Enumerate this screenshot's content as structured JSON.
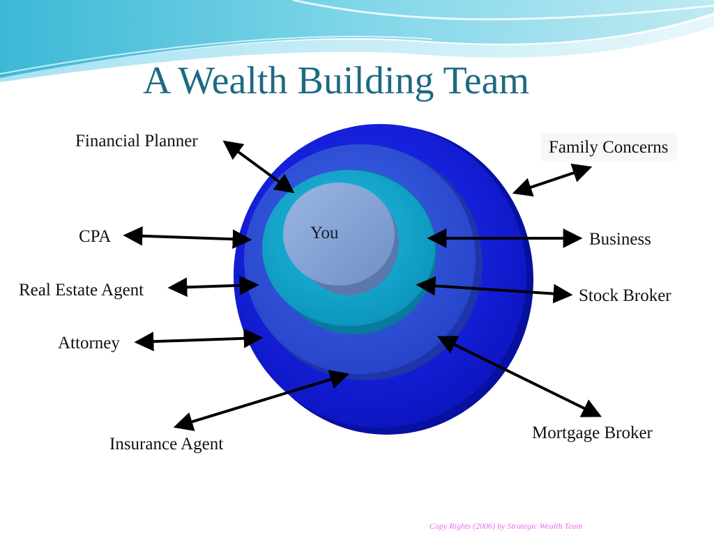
{
  "slide": {
    "title": "A Wealth Building Team",
    "center": "You",
    "footer": "Copy Rights (2006) by Strategic Wealth Team"
  },
  "team_members": {
    "financial_planner": "Financial Planner",
    "cpa": "CPA",
    "real_estate_agent": "Real Estate Agent",
    "attorney": "Attorney",
    "insurance_agent": "Insurance Agent",
    "family_concerns": "Family Concerns",
    "business": "Business",
    "stock_broker": "Stock Broker",
    "mortgage_broker": "Mortgage Broker"
  },
  "colors": {
    "title": "#1d6a82",
    "outer_ring": "#0d18d6",
    "middle_ring": "#2d4fd8",
    "inner_ring": "#12a6d0",
    "center_disc": "#8aa8d8",
    "header_wave": "#4fc3dd",
    "footer_text": "#ee66ee"
  }
}
